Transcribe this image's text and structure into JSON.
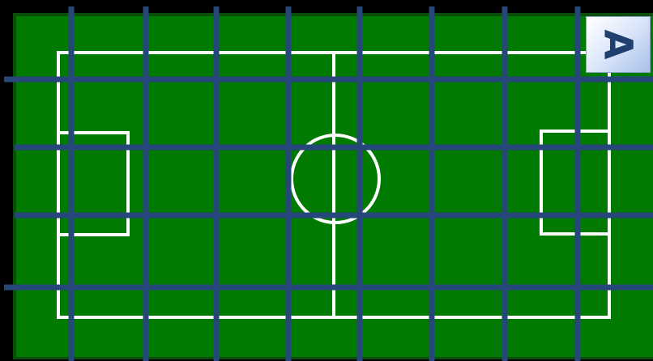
{
  "colors": {
    "background": "#000000",
    "field_border": "#0b4d0b",
    "pitch": "#007a00",
    "pitch_lines": "#ffffff",
    "grid_overlay": "#25477a",
    "button_label": "#1f3f6f"
  },
  "pitch": {
    "markings": [
      "touchline",
      "halfway-line",
      "center-circle",
      "left-penalty-box",
      "right-penalty-box"
    ]
  },
  "grid": {
    "vertical_line_count": 8,
    "horizontal_line_count": 4
  },
  "mode_button": {
    "label": "A",
    "icon": "rotated-letter-a",
    "label_rotation": "90deg"
  }
}
